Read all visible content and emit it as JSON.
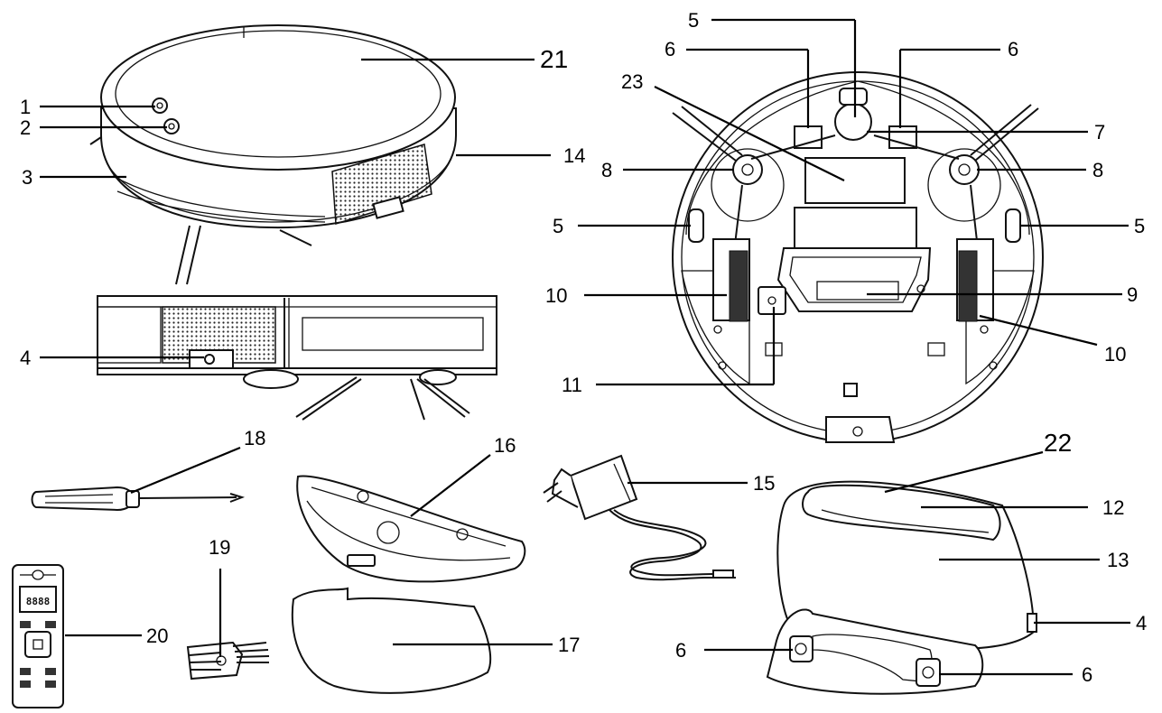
{
  "labels": {
    "l1": "1",
    "l2": "2",
    "l3": "3",
    "l4a": "4",
    "l4b": "4",
    "l5a": "5",
    "l5b": "5",
    "l5c": "5",
    "l6a": "6",
    "l6b": "6",
    "l6c": "6",
    "l6d": "6",
    "l7": "7",
    "l8a": "8",
    "l8b": "8",
    "l9": "9",
    "l10a": "10",
    "l10b": "10",
    "l11": "11",
    "l12": "12",
    "l13": "13",
    "l14": "14",
    "l15": "15",
    "l16": "16",
    "l17": "17",
    "l18": "18",
    "l19": "19",
    "l20": "20",
    "l21": "21",
    "l22": "22",
    "l23": "23"
  },
  "remote": {
    "display": "8888"
  }
}
